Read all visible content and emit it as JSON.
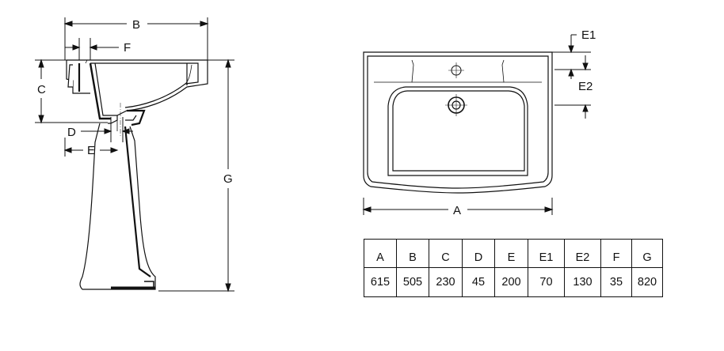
{
  "side_view": {
    "labels": {
      "B": "B",
      "F": "F",
      "C": "C",
      "D": "D",
      "E": "E",
      "G": "G"
    }
  },
  "top_view": {
    "labels": {
      "A": "A",
      "E1": "E1",
      "E2": "E2"
    }
  },
  "dimension_table": {
    "headers": [
      "A",
      "B",
      "C",
      "D",
      "E",
      "E1",
      "E2",
      "F",
      "G"
    ],
    "values": [
      "615",
      "505",
      "230",
      "45",
      "200",
      "70",
      "130",
      "35",
      "820"
    ]
  }
}
